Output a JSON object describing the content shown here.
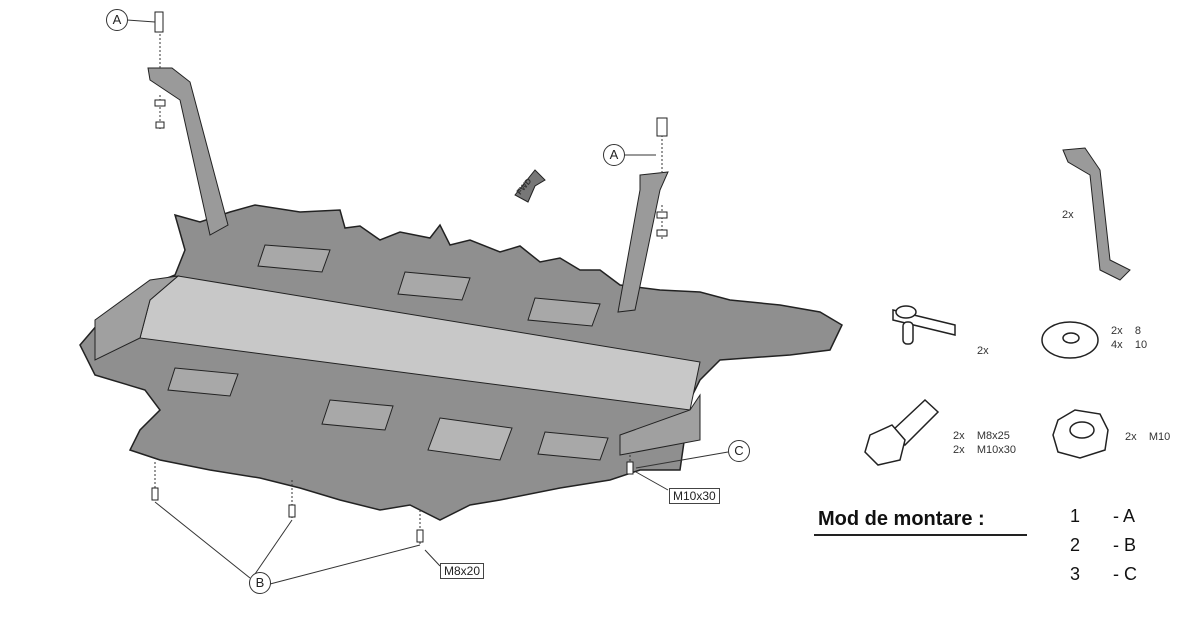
{
  "diagram": {
    "callouts": {
      "a": "A",
      "b": "B",
      "c": "C"
    },
    "fwd_label": "FWD",
    "bolt_labels": {
      "side": "M10x30",
      "bottom": "M8x20"
    }
  },
  "parts": [
    {
      "name": "bracket",
      "qty": "2x"
    },
    {
      "name": "clip-bolt",
      "qty": "2x"
    },
    {
      "name": "washer",
      "lines": [
        "2x    8",
        "4x    10"
      ]
    },
    {
      "name": "bolt",
      "lines": [
        "2x    M8x25",
        "2x    M10x30"
      ]
    },
    {
      "name": "nut",
      "line": "2x    M10"
    }
  ],
  "mounting": {
    "title": "Mod de montare :",
    "steps": [
      {
        "num": "1",
        "letter": "- A"
      },
      {
        "num": "2",
        "letter": "- B"
      },
      {
        "num": "3",
        "letter": "- C"
      }
    ]
  }
}
